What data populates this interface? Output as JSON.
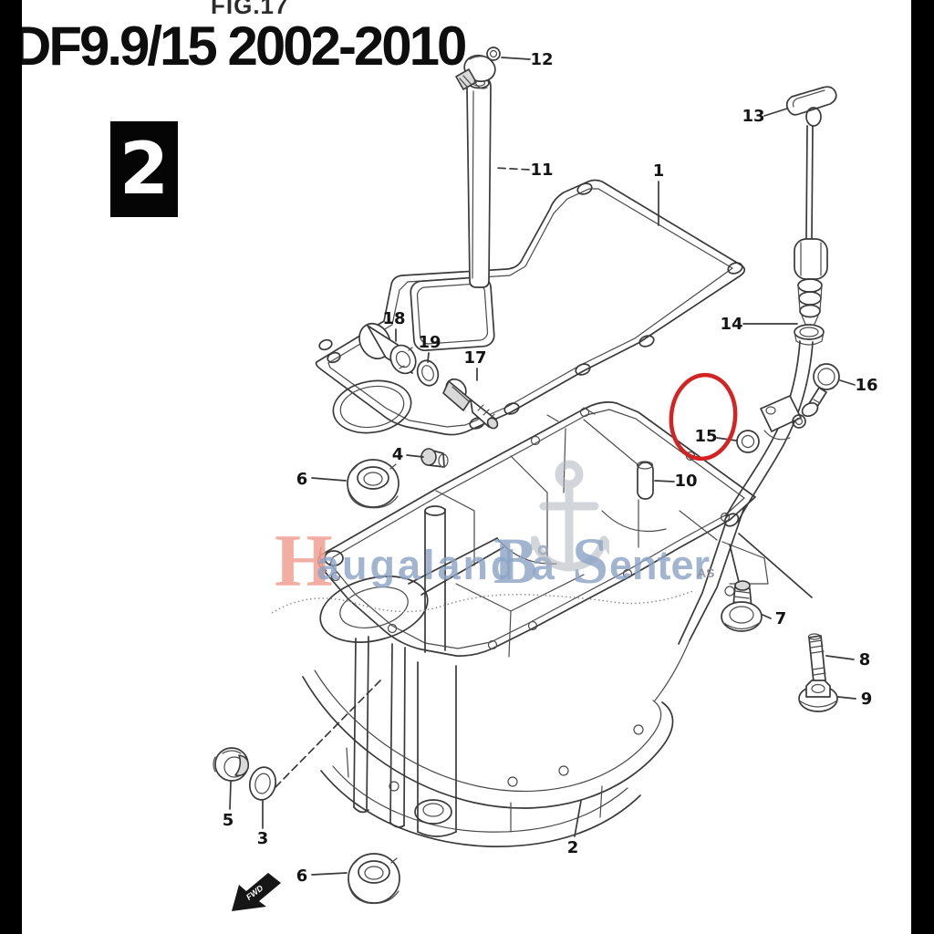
{
  "header": {
    "figure_label": "FIG.17",
    "title": "DF9.9/15 2002-2010",
    "page_badge": "2"
  },
  "watermark": {
    "cap_h": "H",
    "word1_rest": "augaland",
    "word2_cap": "B",
    "word2_rest": "å",
    "word3_cap": "S",
    "word3_rest": "enter",
    "suffix": "AS",
    "cap_color": "#f2a094",
    "text_color": "#8ca3c5",
    "anchor_color": "#aeb4bc"
  },
  "diagram": {
    "type": "exploded-parts-diagram",
    "highlight": {
      "part": "15",
      "color": "#d42323"
    },
    "direction_marker": "FWD",
    "parts": [
      {
        "number": "1"
      },
      {
        "number": "2"
      },
      {
        "number": "3"
      },
      {
        "number": "4"
      },
      {
        "number": "5"
      },
      {
        "number": "6"
      },
      {
        "number": "6"
      },
      {
        "number": "7"
      },
      {
        "number": "8"
      },
      {
        "number": "9"
      },
      {
        "number": "10"
      },
      {
        "number": "11"
      },
      {
        "number": "12"
      },
      {
        "number": "13"
      },
      {
        "number": "14"
      },
      {
        "number": "15"
      },
      {
        "number": "16"
      },
      {
        "number": "17"
      },
      {
        "number": "18"
      },
      {
        "number": "19"
      }
    ]
  }
}
